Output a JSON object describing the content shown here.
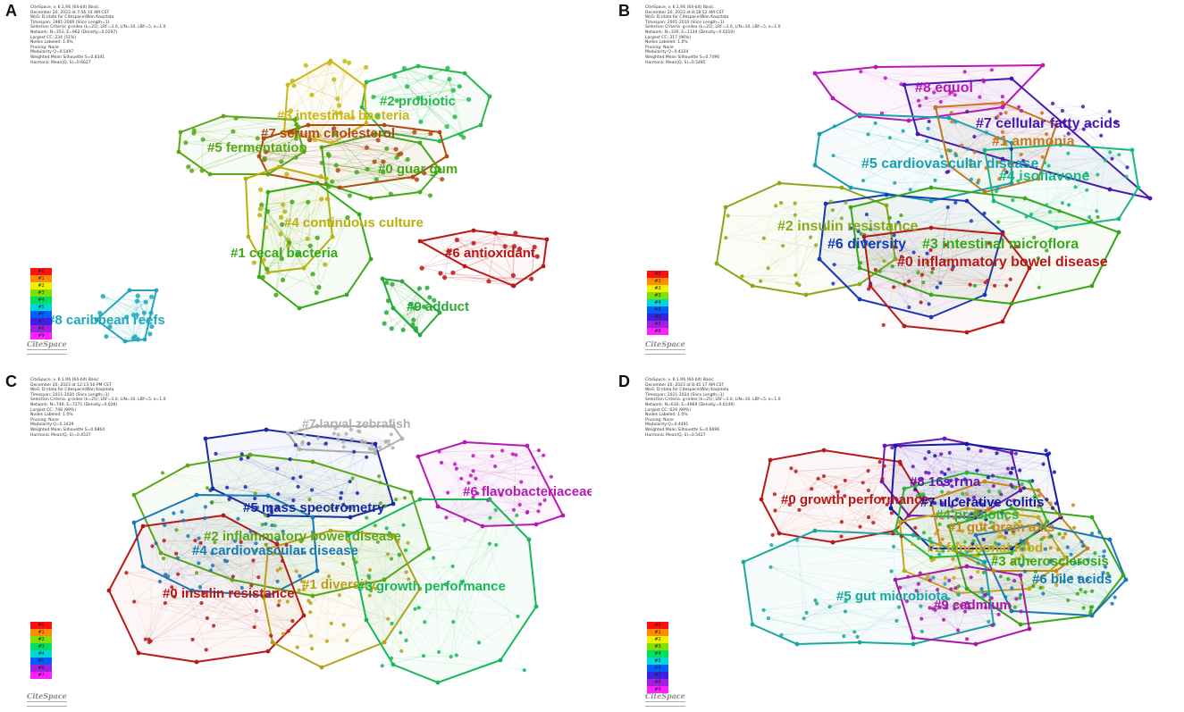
{
  "panels": [
    {
      "letter": "A",
      "meta": [
        "CiteSpace, v. 6.1.R6 (64-bit) Basic",
        "December 20, 2023 at 7:56:14 AM CST",
        "WoS: D:\\data for Citespace\\Wan Kaq\\data",
        "Timespan: 1981-2000 (Slice Length=1)",
        "Selection Criteria: g-index (k=25), LRF=3.0, L/N=10, LBY=5, e=1.0",
        "Network: N=353, E=962 (Density=0.0297)",
        "Largest CC: 234 (51%)",
        "Nodes Labeled: 1.0%",
        "Pruning: None",
        "Modularity Q=0.5497",
        "Weighted Mean Silhouette S=0.8341",
        "Harmonic Mean(Q, S)=0.6627"
      ],
      "legend": [
        "#0",
        "#1",
        "#2",
        "#3",
        "#4",
        "#5",
        "#6",
        "#7",
        "#8",
        "#9"
      ],
      "clusters": [
        {
          "label": "#2 probiotic",
          "color": "#28b850"
        },
        {
          "label": "#3 intestinal bacteria",
          "color": "#c8b818"
        },
        {
          "label": "#7 serum cholesterol",
          "color": "#b04a10"
        },
        {
          "label": "#5 fermentation",
          "color": "#58a818"
        },
        {
          "label": "#0 guar gum",
          "color": "#48a818"
        },
        {
          "label": "#4 continuous culture",
          "color": "#b8b010"
        },
        {
          "label": "#1 cecal bacteria",
          "color": "#38a818"
        },
        {
          "label": "#6 antioxidant",
          "color": "#b81818"
        },
        {
          "label": "#9 adduct",
          "color": "#28a838"
        },
        {
          "label": "#8 caribbean reefs",
          "color": "#20a8b8"
        }
      ]
    },
    {
      "letter": "B",
      "meta": [
        "CiteSpace, v. 6.1.R6 (64-bit) Basic",
        "December 20, 2023 at 8:18:52 AM CST",
        "WoS: D:\\data for Citespace\\Wan Kaq\\data",
        "Timespan: 2001-2010 (Slice Length=1)",
        "Selection Criteria: g-index (k=25), LRF=3.0, L/N=10, LBY=5, e=1.0",
        "Network: N=330, E=1134 (Density=0.0210)",
        "Largest CC: 317 (96%)",
        "Nodes Labeled: 1.0%",
        "Pruning: None",
        "Modularity Q=0.4324",
        "Weighted Mean Silhouette S=0.7496",
        "Harmonic Mean(Q, S)=0.5485"
      ],
      "legend": [
        "#0",
        "#1",
        "#2",
        "#3",
        "#4",
        "#5",
        "#6",
        "#7",
        "#8"
      ],
      "clusters": [
        {
          "label": "#8 equol",
          "color": "#b818b8"
        },
        {
          "label": "#7 cellular fatty acids",
          "color": "#4818b0"
        },
        {
          "label": "#1 ammonia",
          "color": "#c87818"
        },
        {
          "label": "#5 cardiovascular disease",
          "color": "#18a0b0"
        },
        {
          "label": "#4 isoflavone",
          "color": "#18b880"
        },
        {
          "label": "#2 insulin resistance",
          "color": "#88a818"
        },
        {
          "label": "#6 diversity",
          "color": "#1838b8"
        },
        {
          "label": "#3 intestinal microflora",
          "color": "#38a818"
        },
        {
          "label": "#0 inflammatory bowel disease",
          "color": "#b81818"
        }
      ]
    },
    {
      "letter": "C",
      "meta": [
        "CiteSpace, v. 6.1.R6 (64-bit) Basic",
        "December 20, 2023 at 12:13:56 PM CST",
        "WoS: D:\\data for Citespace\\Wan Kaq\\data",
        "Timespan: 2011-2020 (Slice Length=1)",
        "Selection Criteria: g-index (k=25), LRF=3.0, L/N=10, LBY=5, e=1.0",
        "Network: N=749, E=7271 (Density=0.026)",
        "Largest CC: 748 (99%)",
        "Nodes Labeled: 1.0%",
        "Pruning: None",
        "Modularity Q=0.3439",
        "Weighted Mean Silhouette S=0.6864",
        "Harmonic Mean(Q, S)=0.4537"
      ],
      "legend": [
        "#0",
        "#1",
        "#2",
        "#3",
        "#4",
        "#5",
        "#6",
        "#7"
      ],
      "clusters": [
        {
          "label": "#7 larval zebrafish",
          "color": "#b0b0b0"
        },
        {
          "label": "#6 flavobacteriaceae",
          "color": "#b818b8"
        },
        {
          "label": "#5 mass spectrometry",
          "color": "#1828a8"
        },
        {
          "label": "#2 inflammatory bowel disease",
          "color": "#58a818"
        },
        {
          "label": "#4 cardiovascular disease",
          "color": "#1878b8"
        },
        {
          "label": "#0 insulin resistance",
          "color": "#b81818"
        },
        {
          "label": "#1 diversity",
          "color": "#b8a018"
        },
        {
          "label": "#3 growth performance",
          "color": "#18b858"
        }
      ]
    },
    {
      "letter": "D",
      "meta": [
        "CiteSpace, v. 6.1.R6 (64-bit) Basic",
        "December 20, 2023 at 8:45:17 AM CST",
        "WoS: D:\\data for Citespace\\Wan Kaq\\data",
        "Timespan: 2021-2024 (Slice Length=1)",
        "Selection Criteria: g-index (k=25), LRF=3.0, L/N=10, LBY=5, e=1.0",
        "Network: N=630, E=4969 (Density=0.0149)",
        "Largest CC: 629 (99%)",
        "Nodes Labeled: 1.0%",
        "Pruning: None",
        "Modularity Q=0.4491",
        "Weighted Mean Silhouette S=0.6696",
        "Harmonic Mean(Q, S)=0.5427"
      ],
      "legend": [
        "#0",
        "#1",
        "#2",
        "#3",
        "#4",
        "#5",
        "#6",
        "#7",
        "#8",
        "#9"
      ],
      "clusters": [
        {
          "label": "#8 16s rrna",
          "color": "#6818b8"
        },
        {
          "label": "#0 growth performance",
          "color": "#b81818"
        },
        {
          "label": "#7 ulcerative colitis",
          "color": "#1818a8"
        },
        {
          "label": "#4 probiotics",
          "color": "#28b838"
        },
        {
          "label": "#1 gut-brain axis",
          "color": "#c88818"
        },
        {
          "label": "#2 functional food",
          "color": "#c8a818"
        },
        {
          "label": "#3 atherosclerosis",
          "color": "#38a818"
        },
        {
          "label": "#6 bile acids",
          "color": "#1878b8"
        },
        {
          "label": "#5 gut microbiota",
          "color": "#18a8a0"
        },
        {
          "label": "#9 cadmium",
          "color": "#a818a8"
        }
      ]
    }
  ],
  "logo_text": "CiteSpace",
  "legend_colors": [
    "#ff1010",
    "#ff8c00",
    "#f0f000",
    "#80e000",
    "#00e060",
    "#00d8d8",
    "#0060ff",
    "#4020e0",
    "#a020e0",
    "#ff20ff"
  ]
}
